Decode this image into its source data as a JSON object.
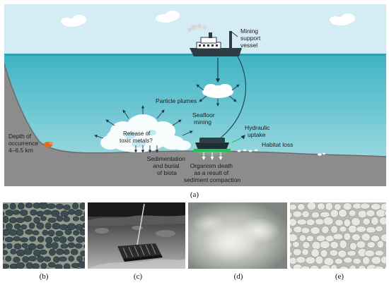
{
  "diagram": {
    "labels": {
      "vessel": [
        "Mining",
        "support",
        "vessel"
      ],
      "particle_plumes": "Particle plumes",
      "toxic_metals": [
        "Release of",
        "toxic metals?"
      ],
      "seafloor_mining": [
        "Seafloor",
        "mining"
      ],
      "hydraulic_uptake": [
        "Hydraulic",
        "uptake"
      ],
      "habitat_loss": "Habitat loss",
      "depth": [
        "Depth of",
        "occurrence",
        "4–6.5 km"
      ],
      "sedimentation": [
        "Sedimentation",
        "and burial",
        "of biota"
      ],
      "organism_death": [
        "Organism death",
        "as a result of",
        "sediment compaction"
      ]
    },
    "colors": {
      "sky": "#d4ecf4",
      "ocean_top": "#48b8c8",
      "ocean_bottom": "#a8dbe2",
      "seafloor": "#8a8a8a",
      "plume": "#ffffff",
      "collector_accent": "#22c055"
    }
  },
  "captions": {
    "a": "(a)",
    "b": "(b)",
    "c": "(c)",
    "d": "(d)",
    "e": "(e)"
  },
  "photos": {
    "b": "seafloor-nodules-dark",
    "c": "collector-vehicle-test",
    "d": "sediment-plume-cloud",
    "e": "nodules-pale-sediment"
  }
}
